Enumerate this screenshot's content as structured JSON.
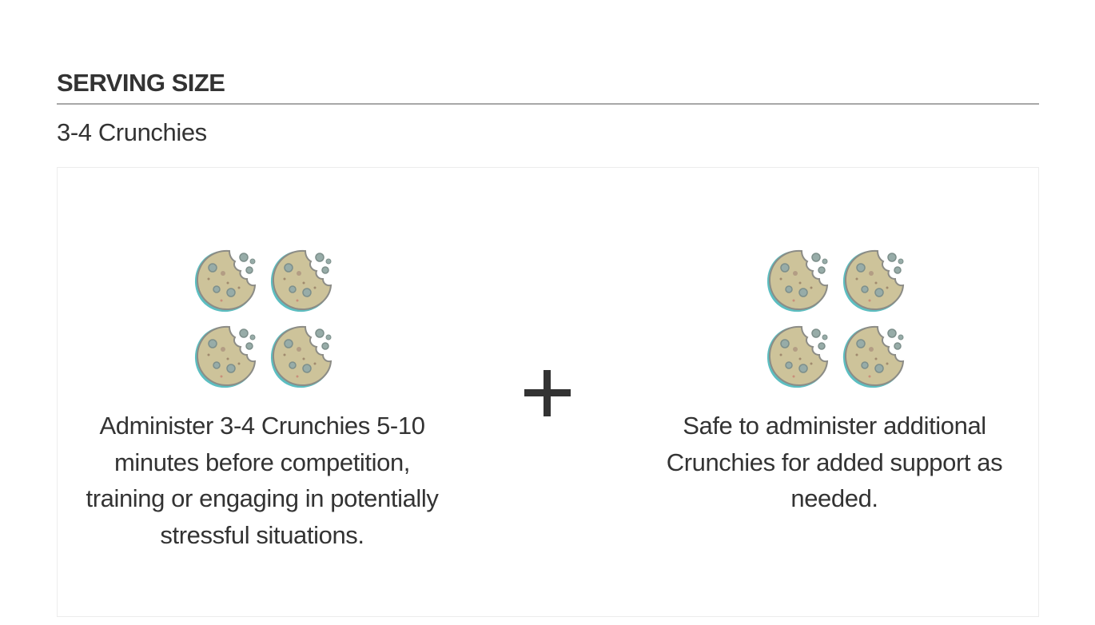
{
  "section": {
    "heading": "SERVING SIZE",
    "subtitle": "3-4 Crunchies"
  },
  "panel": {
    "left": {
      "icon": "cookies-icon",
      "icon_count": 4,
      "description": "Administer 3-4 Crunchies 5-10 minutes before competition, training or engaging in potentially stressful situations."
    },
    "separator": {
      "icon": "plus-icon",
      "glyph": "+"
    },
    "right": {
      "icon": "cookies-icon",
      "icon_count": 4,
      "description": "Safe to administer additional Crunchies for added support as needed."
    }
  },
  "colors": {
    "text": "#333333",
    "rule": "#a8a8a8",
    "box_border": "#ececec",
    "cookie_body": "#cdc39a",
    "cookie_edge": "#3fb3b6",
    "cookie_chip": "#8aa3a0",
    "cookie_outline": "#8c8c86"
  }
}
